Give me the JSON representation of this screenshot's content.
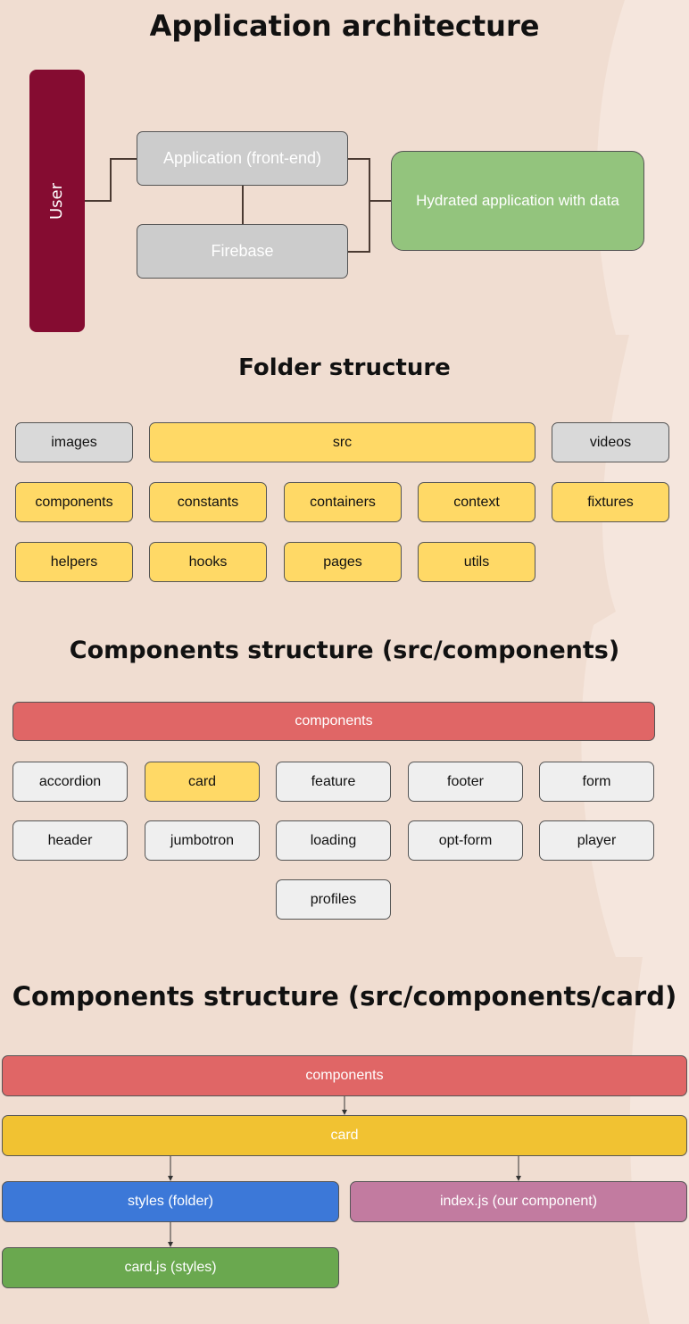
{
  "sections": {
    "architecture": {
      "title": "Application architecture",
      "user": "User",
      "app": "Application (front-end)",
      "firebase": "Firebase",
      "hydrated": "Hydrated application with data"
    },
    "folders": {
      "title": "Folder structure",
      "items": [
        "images",
        "src",
        "videos",
        "components",
        "constants",
        "containers",
        "context",
        "fixtures",
        "helpers",
        "hooks",
        "pages",
        "utils"
      ]
    },
    "components": {
      "title": "Components structure (src/components)",
      "root": "components",
      "items": [
        "accordion",
        "card",
        "feature",
        "footer",
        "form",
        "header",
        "jumbotron",
        "loading",
        "opt-form",
        "player",
        "profiles"
      ]
    },
    "card": {
      "title": "Components structure (src/components/card)",
      "root": "components",
      "card": "card",
      "styles": "styles (folder)",
      "index": "index.js (our component)",
      "cardjs": "card.js (styles)"
    }
  },
  "colors": {
    "user": "#850c31",
    "gray": "#cccccc",
    "green": "#93c47d",
    "red": "#e06666",
    "yellow": "#f1c232",
    "blue": "#3c78d8",
    "pink": "#c27ba0",
    "darkgreen": "#6aa84f"
  }
}
